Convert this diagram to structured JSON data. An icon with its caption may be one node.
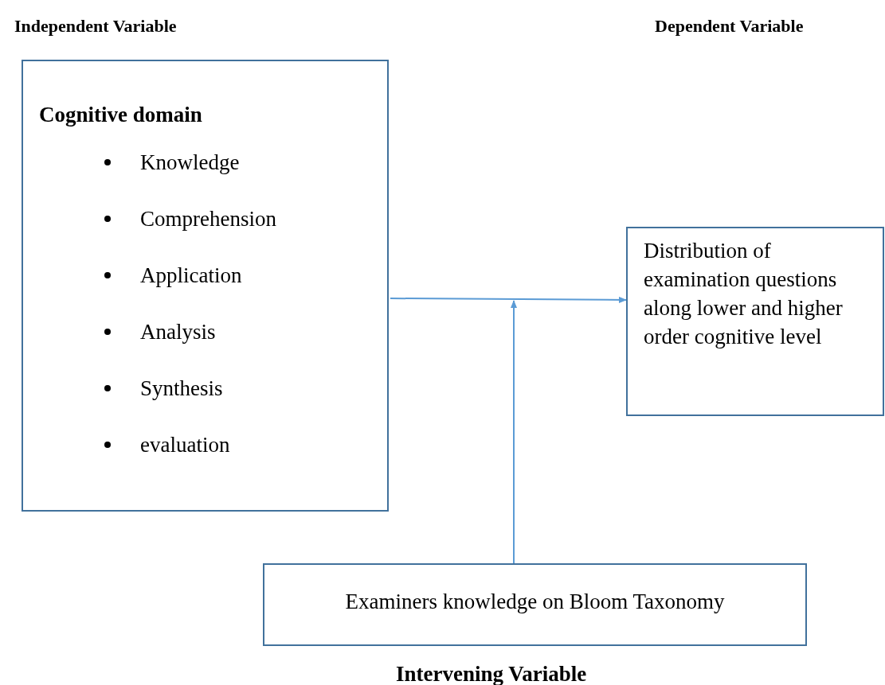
{
  "diagram": {
    "nodes": [
      {
        "text": [
          "Cognitive domain",
          "Knowledge",
          "Comprehension",
          "Application",
          "Analysis",
          "Synthesis",
          "evaluation"
        ]
      },
      {
        "text": [
          "Distribution of examination questions along lower and higher order cognitive level"
        ]
      },
      {
        "text": [
          "Examiners knowledge on Bloom Taxonomy"
        ]
      }
    ],
    "edges": [
      {
        "from": 0,
        "to": 1,
        "arrow": "to"
      },
      {
        "from": 2,
        "to": null,
        "arrow": "to"
      }
    ],
    "labels": [
      "Independent Variable",
      "Dependent Variable",
      "Intervening Variable"
    ]
  }
}
